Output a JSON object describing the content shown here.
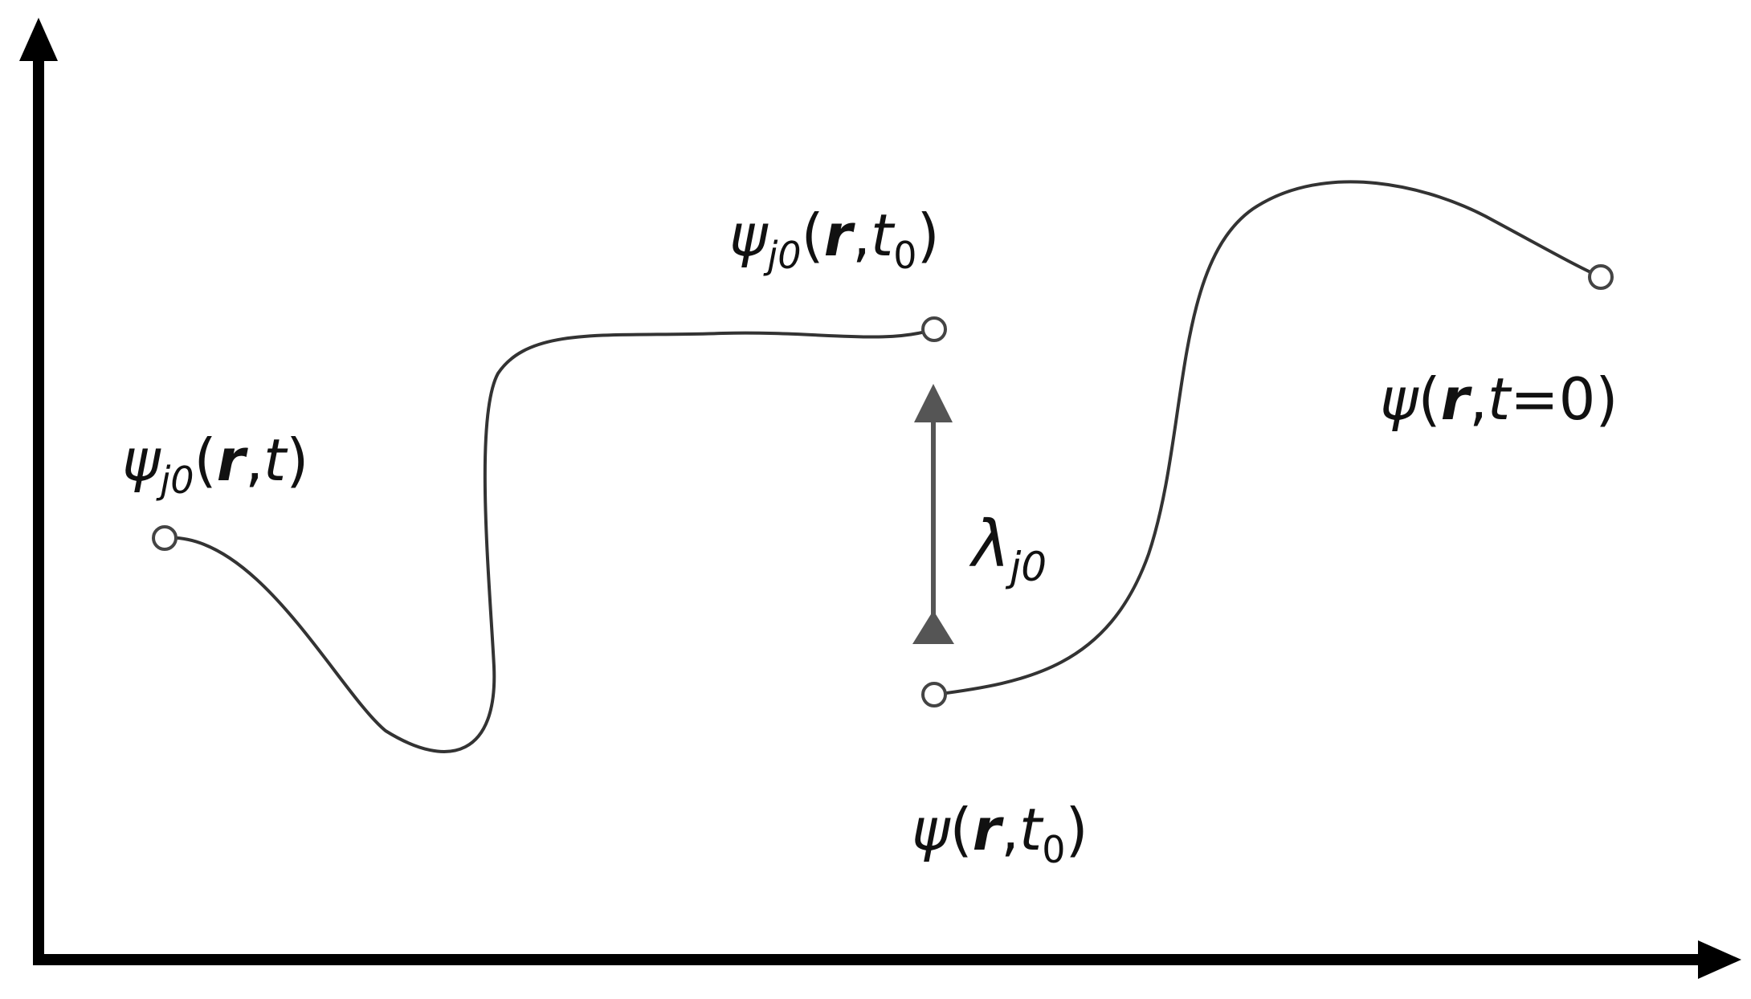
{
  "diagram": {
    "labels": {
      "psi_j0_t": {
        "sym": "ψ",
        "sub": "j0",
        "open": "(",
        "r": "r",
        "comma": ",",
        "t": "t",
        "close": ")"
      },
      "psi_j0_t0": {
        "sym": "ψ",
        "sub": "j0",
        "open": "(",
        "r": "r",
        "comma": ",",
        "t": "t",
        "tsub": "0",
        "close": ")"
      },
      "psi_t0": {
        "sym": "ψ",
        "open": "(",
        "r": "r",
        "comma": ",",
        "t": "t",
        "tsub": "0",
        "close": ")"
      },
      "psi_t_eq_0": {
        "sym": "ψ",
        "open": "(",
        "r": "r",
        "comma": ",",
        "t": "t",
        "eq": "=0",
        "close": ")"
      },
      "lambda_j0": {
        "sym": "λ",
        "sub": "j0"
      }
    }
  }
}
